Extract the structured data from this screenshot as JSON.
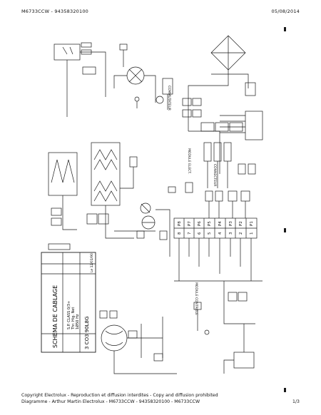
{
  "header": {
    "document_ref": "M6733CCW - 94358320100",
    "date": "05/08/2014"
  },
  "footer": {
    "copyright": "Copyright Electrolux - Reproduction et diffusion interdites - Copy and diffusion prohibited",
    "diagram_line": "Diagramme - Arthur Martin Electrolux - M6733CCW - 94358320100 - M6733CCW",
    "page": "1/3"
  },
  "title_block": {
    "title": "SCHEMA DE CABLAGE",
    "code": "3 CO3 90L8G",
    "model_lines": [
      "S.P. CLASS 0/3+",
      "Thr. Hig. Net",
      "1Ø50 Hz"
    ],
    "revision": "Le 12/01/90"
  },
  "terminal_block": {
    "labels": [
      "P1",
      "P2",
      "P3",
      "P4",
      "P5",
      "P6",
      "P7",
      "P8"
    ],
    "numbers": [
      "1",
      "2",
      "3",
      "4",
      "5",
      "6",
      "7",
      "8"
    ]
  },
  "vertical_labels": [
    "MODULE ELECT.",
    "COMMUTATEUR",
    "CONNECTEUR",
    "MODULE CONTROLE"
  ],
  "colors": {
    "ink": "#1a1a1a",
    "paper": "#ffffff"
  }
}
